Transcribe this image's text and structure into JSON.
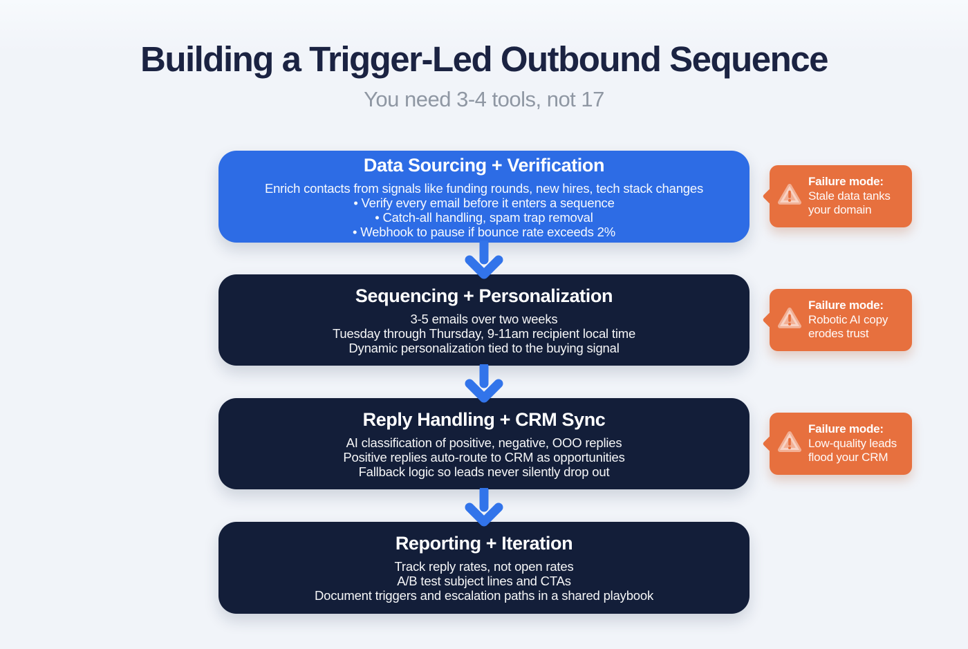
{
  "page": {
    "title": "Building a Trigger-Led Outbound Sequence",
    "subtitle": "You need 3-4 tools, not 17"
  },
  "colors": {
    "background": "#f1f4f9",
    "primary_blue_box": "#2d6ce5",
    "dark_navy_box": "#131e39",
    "failure_orange": "#e7703e",
    "arrow_blue": "#3274ea",
    "title_navy": "#1b2342",
    "subtitle_gray": "#8f97a3",
    "text_white": "#ffffff"
  },
  "icons": {
    "warning_triangle": "warning-triangle-icon",
    "down_arrow": "down-arrow-icon"
  },
  "steps": [
    {
      "title": "Data Sourcing + Verification",
      "lines": [
        "Enrich contacts from signals like funding rounds, new hires, tech stack changes",
        "• Verify every email before it enters a sequence",
        "• Catch-all handling, spam trap removal",
        "• Webhook to pause if bounce rate exceeds 2%"
      ],
      "failure": {
        "label": "Failure mode:",
        "text": "Stale data tanks your domain"
      }
    },
    {
      "title": "Sequencing + Personalization",
      "lines": [
        "3-5 emails over two weeks",
        "Tuesday through Thursday, 9-11am recipient local time",
        "Dynamic personalization tied to the buying signal"
      ],
      "failure": {
        "label": "Failure mode:",
        "text": "Robotic AI copy erodes trust"
      }
    },
    {
      "title": "Reply Handling + CRM Sync",
      "lines": [
        "AI classification of positive, negative, OOO replies",
        "Positive replies auto-route to CRM as opportunities",
        "Fallback logic so leads never silently drop out"
      ],
      "failure": {
        "label": "Failure mode:",
        "text": "Low-quality leads flood your CRM"
      }
    },
    {
      "title": "Reporting + Iteration",
      "lines": [
        "Track reply rates, not open rates",
        "A/B test subject lines and CTAs",
        "Document triggers and escalation paths in a shared playbook"
      ],
      "failure": null
    }
  ]
}
